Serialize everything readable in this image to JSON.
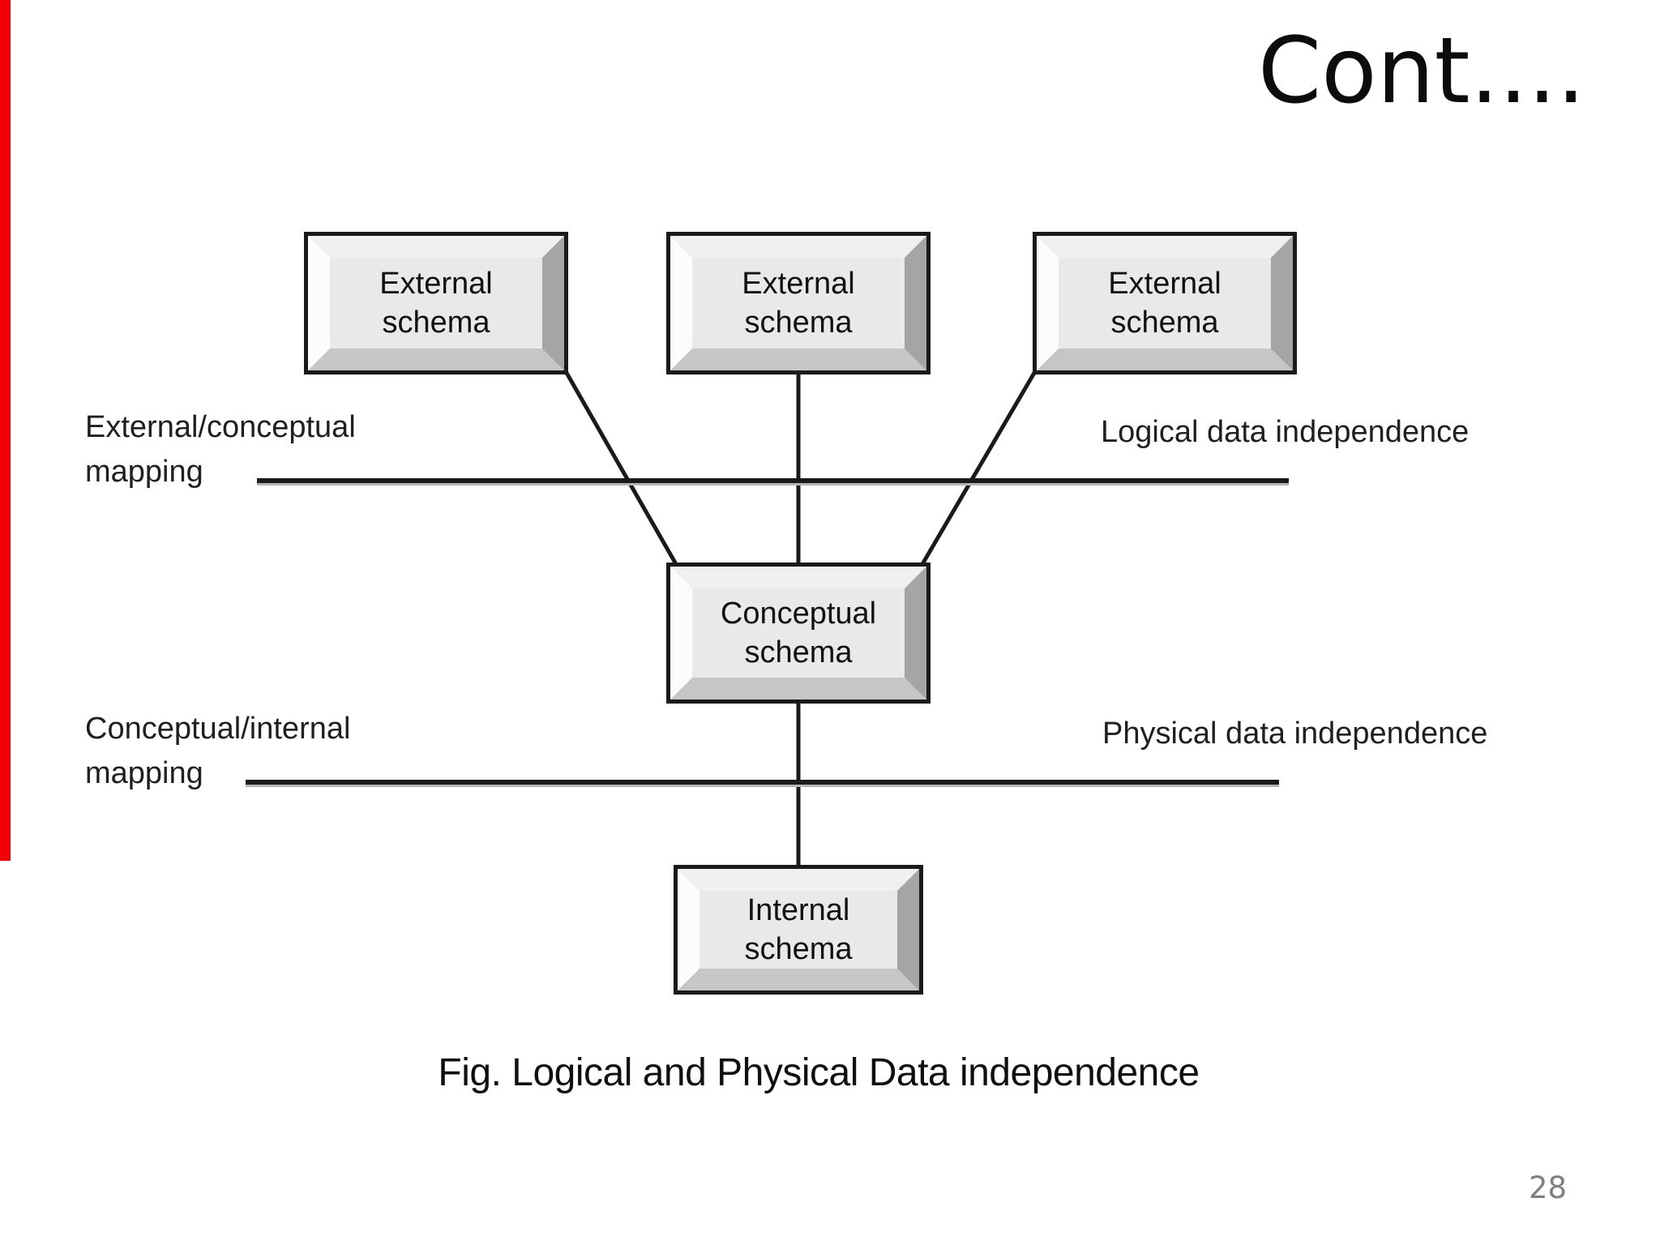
{
  "header": {
    "title": "Cont...."
  },
  "colors": {
    "accent_red": "#f40009",
    "diagram_ink": "#1a1a1a",
    "box_face": "#e9e9e9",
    "bevel_light": "#fcfcfc",
    "bevel_dark": "#a5a5a5",
    "page_number_gray": "#7f7f7f"
  },
  "diagram": {
    "boxes": {
      "external": [
        {
          "line1": "External",
          "line2": "schema"
        },
        {
          "line1": "External",
          "line2": "schema"
        },
        {
          "line1": "External",
          "line2": "schema"
        }
      ],
      "conceptual": {
        "line1": "Conceptual",
        "line2": "schema"
      },
      "internal": {
        "line1": "Internal",
        "line2": "schema"
      }
    },
    "labels": {
      "external_conceptual": {
        "line1": "External/conceptual",
        "line2": "mapping"
      },
      "logical_independence": "Logical data independence",
      "conceptual_internal": {
        "line1": "Conceptual/internal",
        "line2": "mapping"
      },
      "physical_independence": "Physical data independence"
    }
  },
  "caption": {
    "text": "Fig. Logical and Physical Data independence"
  },
  "footer": {
    "page_number": "28"
  }
}
